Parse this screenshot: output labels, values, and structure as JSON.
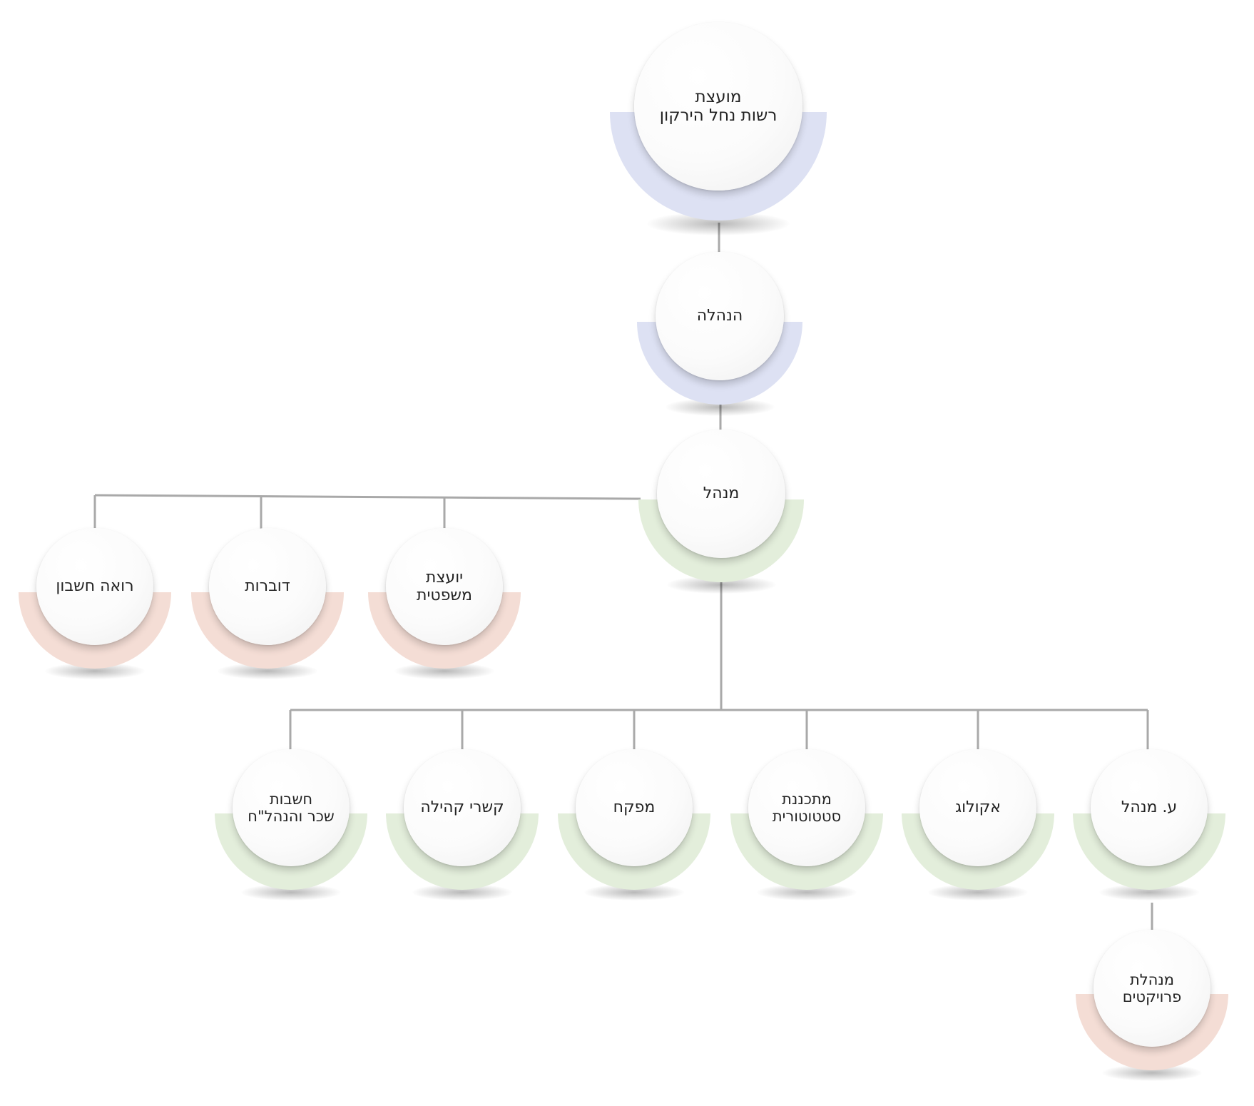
{
  "colors": {
    "blue_arc": "#dde1f3",
    "green_arc": "#e3eedb",
    "pink_arc": "#f4ddd5",
    "connector": "#a9a9a9"
  },
  "nodes": {
    "council": {
      "lines": [
        "מועצת",
        "רשות נחל הירקון"
      ],
      "color": "blue_arc"
    },
    "board": {
      "lines": [
        "הנהלה"
      ],
      "color": "blue_arc"
    },
    "director": {
      "lines": [
        "מנהל"
      ],
      "color": "green_arc"
    },
    "legal": {
      "lines": [
        "יועצת",
        "משפטית"
      ],
      "color": "pink_arc"
    },
    "spokes": {
      "lines": [
        "דוברות"
      ],
      "color": "pink_arc"
    },
    "accountant": {
      "lines": [
        "רואה חשבון"
      ],
      "color": "pink_arc"
    },
    "deputy": {
      "lines": [
        "ע. מנהל"
      ],
      "color": "green_arc"
    },
    "ecologist": {
      "lines": [
        "אקולוג"
      ],
      "color": "green_arc"
    },
    "planner": {
      "lines": [
        "מתכננת",
        "סטטוטורית"
      ],
      "color": "green_arc"
    },
    "inspector": {
      "lines": [
        "מפקח"
      ],
      "color": "green_arc"
    },
    "community": {
      "lines": [
        "קשרי קהילה"
      ],
      "color": "green_arc"
    },
    "payroll": {
      "lines": [
        "חשבות",
        "שכר והנהל\"ח"
      ],
      "color": "green_arc"
    },
    "projects": {
      "lines": [
        "מנהלת",
        "פרויקטים"
      ],
      "color": "pink_arc"
    }
  }
}
